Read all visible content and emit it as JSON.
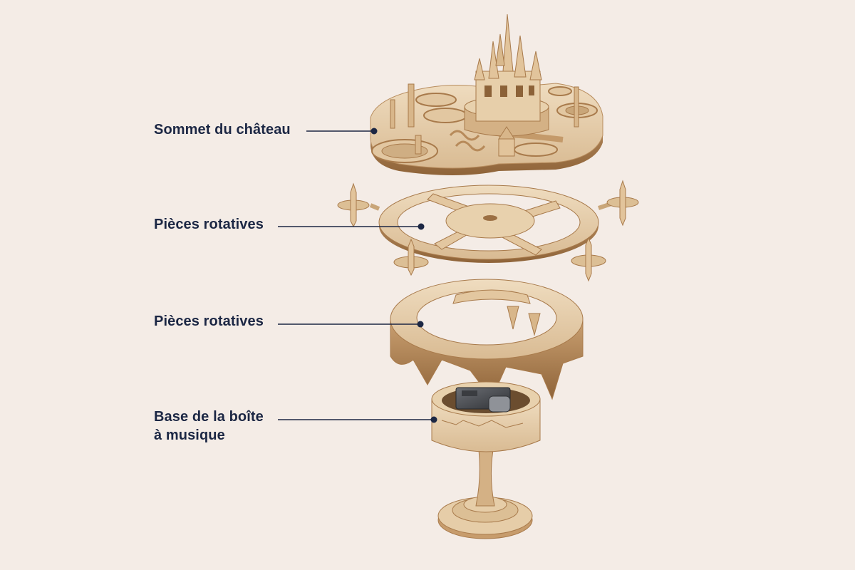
{
  "colors": {
    "background": "#f4ece6",
    "label_text": "#1c2744",
    "leader_line": "#1c2744",
    "wood_light": "#e9d3b3",
    "wood_mid": "#d8b98f",
    "wood_dark": "#9c7044",
    "metal": "#4a4d52"
  },
  "labels": [
    {
      "lines": [
        "Sommet du château"
      ]
    },
    {
      "lines": [
        "Pièces rotatives"
      ]
    },
    {
      "lines": [
        "Pièces rotatives"
      ]
    },
    {
      "lines": [
        "Base de la boîte",
        "à musique"
      ]
    }
  ],
  "components": [
    {
      "name": "castle-top",
      "icon": "castle-icon"
    },
    {
      "name": "rotating-ring-upper",
      "icon": "ring-icon"
    },
    {
      "name": "rotating-ring-lower",
      "icon": "ring-icon"
    },
    {
      "name": "music-box-base",
      "icon": "music-box-icon"
    }
  ]
}
